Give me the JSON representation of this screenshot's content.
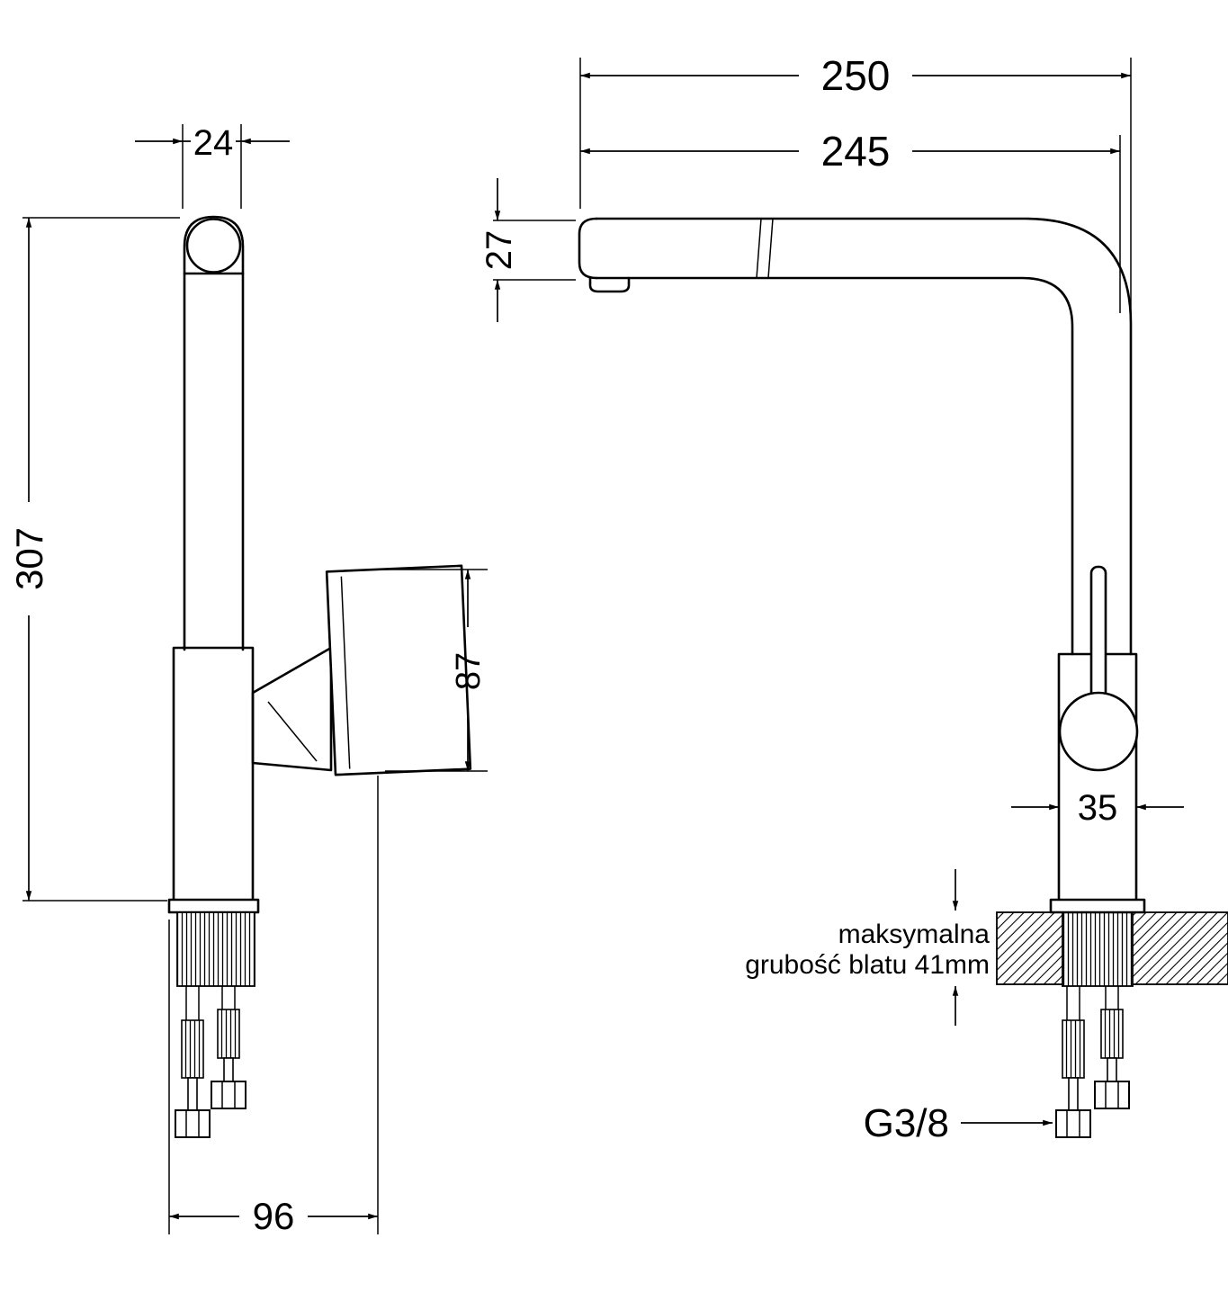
{
  "drawing": {
    "side_view": {
      "dim_spout_width": "24",
      "dim_total_height": "307",
      "dim_handle_height": "87",
      "dim_base_depth": "96"
    },
    "front_view": {
      "dim_total_reach": "250",
      "dim_spout_reach": "245",
      "dim_spout_height": "27",
      "dim_body_width": "35",
      "counter_note_line1": "maksymalna",
      "counter_note_line2": "grubość blatu 41mm",
      "dim_thread": "G3/8"
    }
  }
}
